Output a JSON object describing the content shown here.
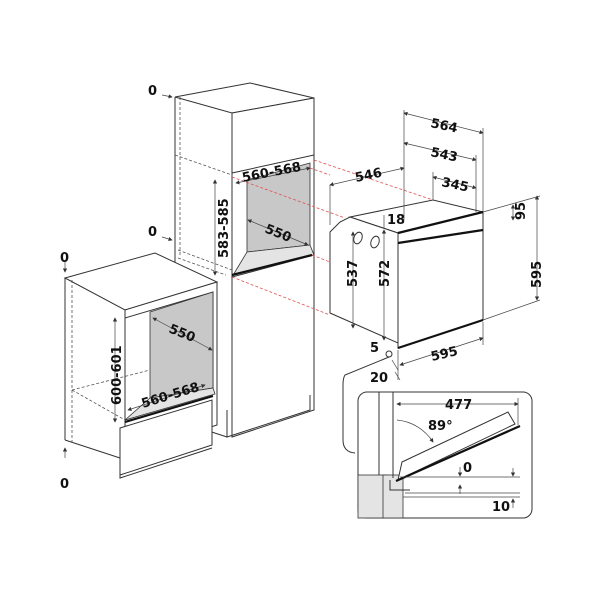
{
  "labels": {
    "zero_top": "0",
    "zero_mid": "0",
    "zero_lower_top": "0",
    "zero_lower_bottom": "0",
    "tall_width": "560-568",
    "tall_height": "583-585",
    "tall_depth": "550",
    "lower_depth": "550",
    "lower_height": "600-601",
    "lower_width": "560-568",
    "oven_depth_546": "546",
    "oven_depth_564": "564",
    "oven_depth_543": "543",
    "oven_depth_345": "345",
    "oven_18": "18",
    "oven_95": "95",
    "oven_537": "537",
    "oven_572": "572",
    "oven_height_595": "595",
    "oven_5": "5",
    "oven_width_595": "595",
    "oven_20": "20",
    "door_477": "477",
    "door_angle": "89°",
    "door_0": "0",
    "door_10": "10"
  }
}
